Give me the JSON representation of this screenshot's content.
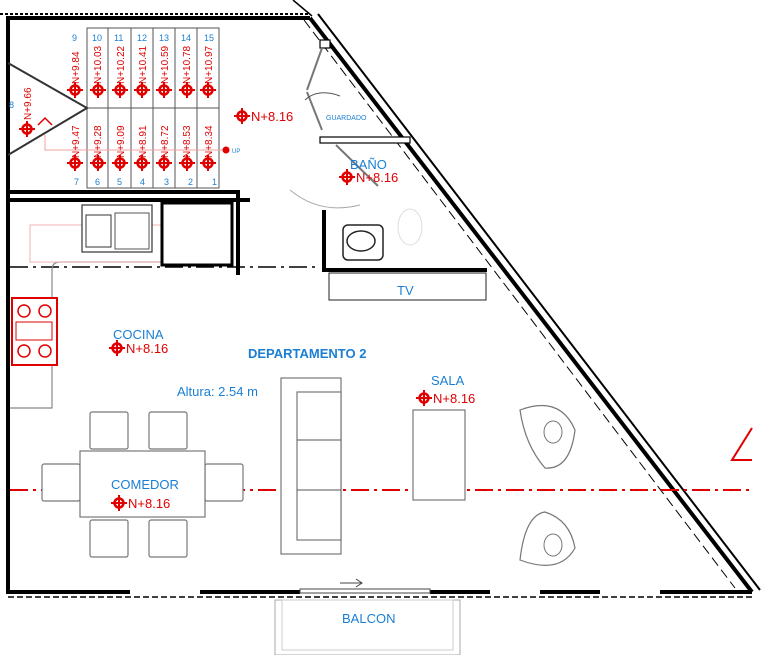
{
  "title": "DEPARTAMENTO 2",
  "height_label": "Altura: 2.54 m",
  "rooms": {
    "cocina": "COCINA",
    "comedor": "COMEDOR",
    "sala": "SALA",
    "bano": "BAÑO",
    "guardado": "GUARDADO",
    "tv": "TV",
    "balcon": "BALCON"
  },
  "levels": {
    "hall": "N+8.16",
    "bano": "N+8.16",
    "cocina": "N+8.16",
    "comedor": "N+8.16",
    "sala": "N+8.16",
    "landing": "N+9.66"
  },
  "stairs": {
    "up_label": "UP",
    "landing_step": "8",
    "top_steps": [
      {
        "num": "9",
        "level": "N+9.84"
      },
      {
        "num": "10",
        "level": "N+10.03"
      },
      {
        "num": "11",
        "level": "N+10.22"
      },
      {
        "num": "12",
        "level": "N+10.41"
      },
      {
        "num": "13",
        "level": "N+10.59"
      },
      {
        "num": "14",
        "level": "N+10.78"
      },
      {
        "num": "15",
        "level": "N+10.97"
      }
    ],
    "bottom_steps": [
      {
        "num": "7",
        "level": "N+9.47"
      },
      {
        "num": "6",
        "level": "N+9.28"
      },
      {
        "num": "5",
        "level": "N+9.09"
      },
      {
        "num": "4",
        "level": "N+8.91"
      },
      {
        "num": "3",
        "level": "N+8.72"
      },
      {
        "num": "2",
        "level": "N+8.53"
      },
      {
        "num": "1",
        "level": "N+8.34"
      }
    ]
  },
  "colors": {
    "text": "#1a7fd4",
    "level": "#e00000",
    "wall": "#000000"
  }
}
